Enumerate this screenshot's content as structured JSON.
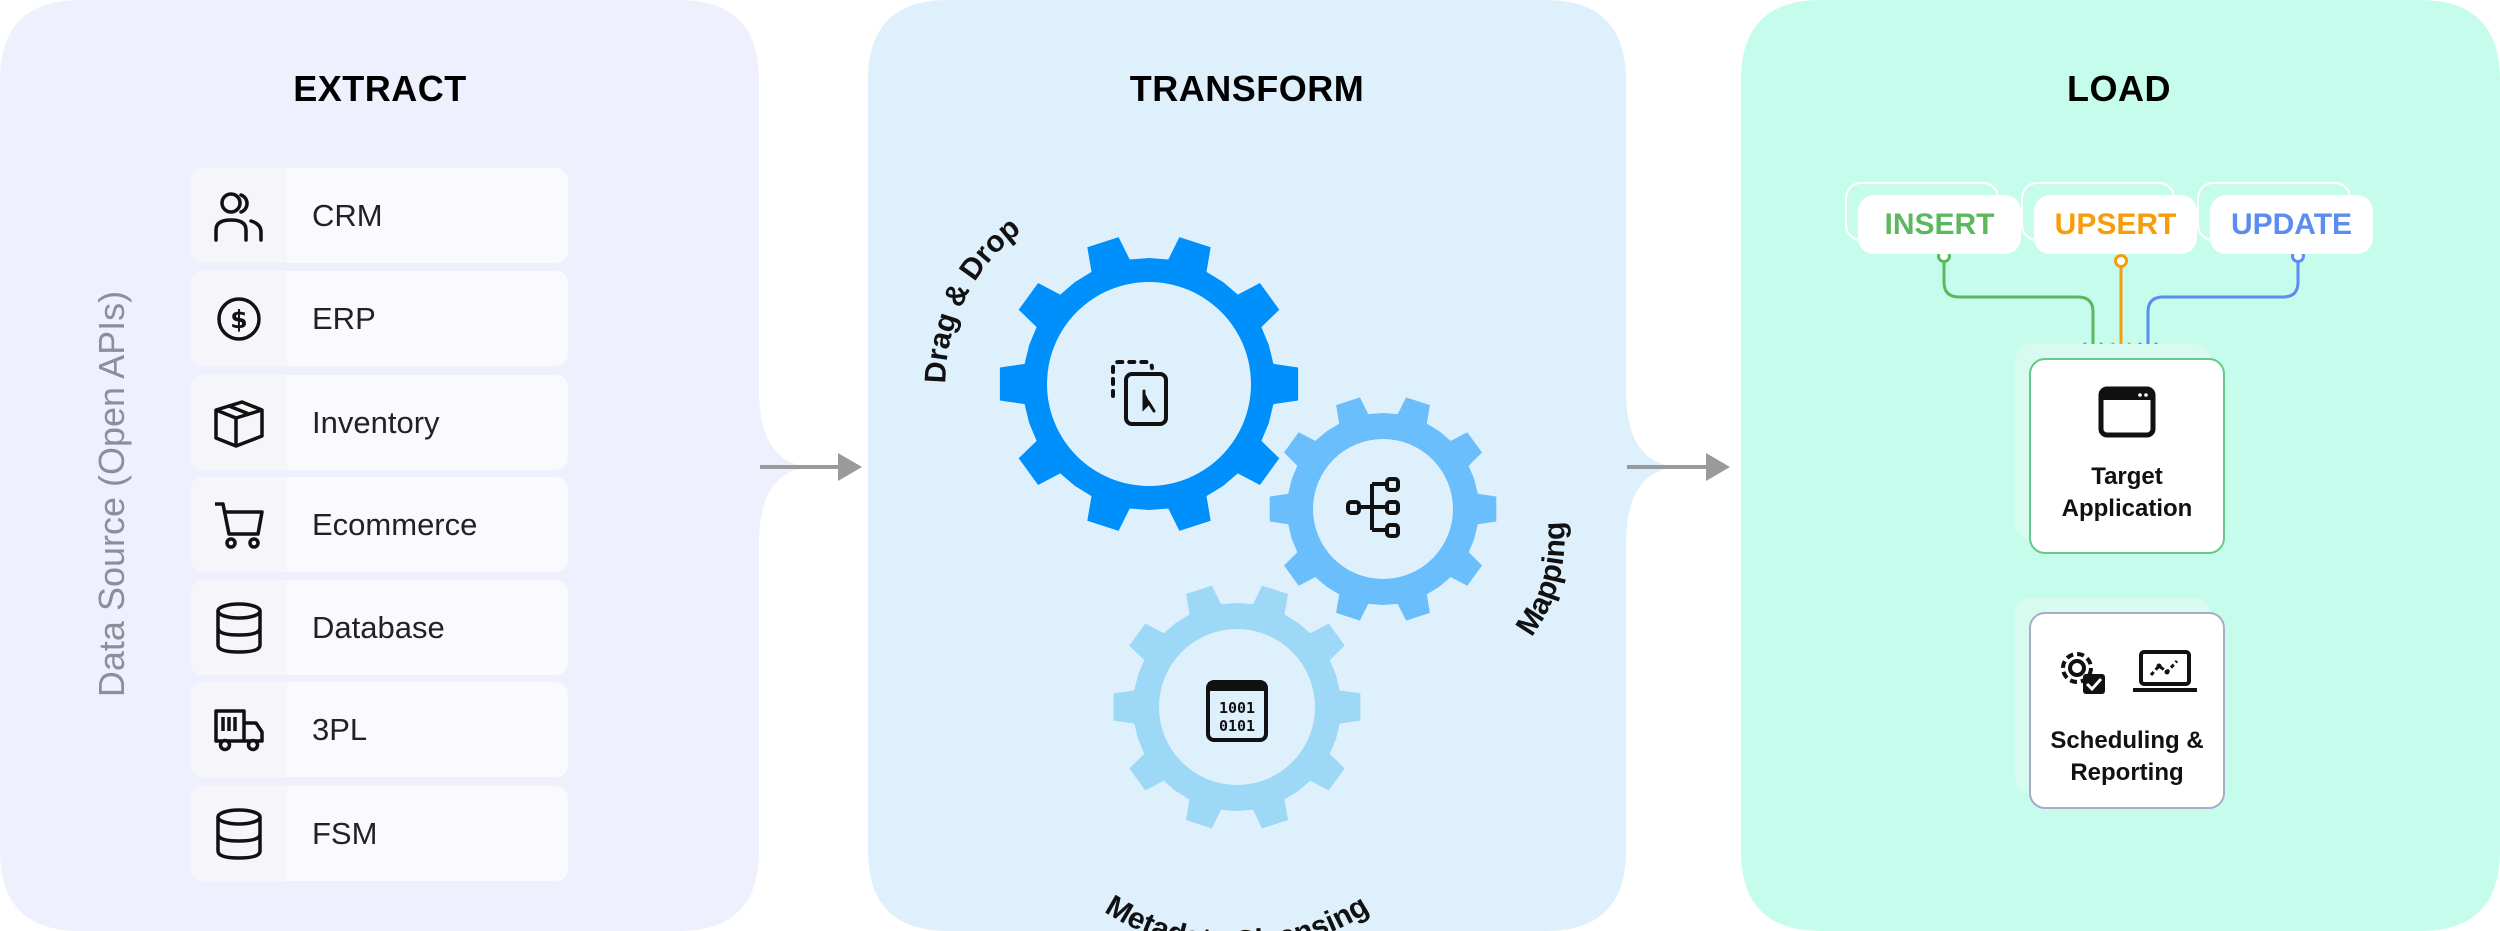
{
  "extract": {
    "title": "EXTRACT",
    "side_label": "Data Source (Open APIs)",
    "sources": [
      {
        "label": "CRM",
        "icon": "users-icon"
      },
      {
        "label": "ERP",
        "icon": "dollar-coin-icon"
      },
      {
        "label": "Inventory",
        "icon": "box-icon"
      },
      {
        "label": "Ecommerce",
        "icon": "cart-icon"
      },
      {
        "label": "Database",
        "icon": "database-icon"
      },
      {
        "label": "3PL",
        "icon": "truck-icon"
      },
      {
        "label": "FSM",
        "icon": "database-icon"
      }
    ]
  },
  "transform": {
    "title": "TRANSFORM",
    "gears": [
      {
        "label": "Drag & Drop",
        "icon": "drag-drop-icon",
        "color": "#0090fc"
      },
      {
        "label": "Mapping",
        "icon": "hierarchy-icon",
        "color": "#69befb"
      },
      {
        "label": "Metadata Cleansing",
        "icon": "binary-window-icon",
        "color": "#9dd8f6"
      }
    ]
  },
  "load": {
    "title": "LOAD",
    "operations": [
      {
        "label": "INSERT",
        "color": "#5cb85f"
      },
      {
        "label": "UPSERT",
        "color": "#f59d0b"
      },
      {
        "label": "UPDATE",
        "color": "#5b8cf0"
      }
    ],
    "target": {
      "line1": "Target",
      "line2": "Application"
    },
    "scheduling": {
      "line1": "Scheduling &",
      "line2": "Reporting"
    }
  },
  "colors": {
    "extract_bg": "#eef0fd",
    "transform_bg": "#dff0fd",
    "load_bg": "#c6fcec",
    "arrow": "#9a9a9a",
    "target_border": "#66c98a",
    "scheduling_border": "#a9abc9"
  }
}
